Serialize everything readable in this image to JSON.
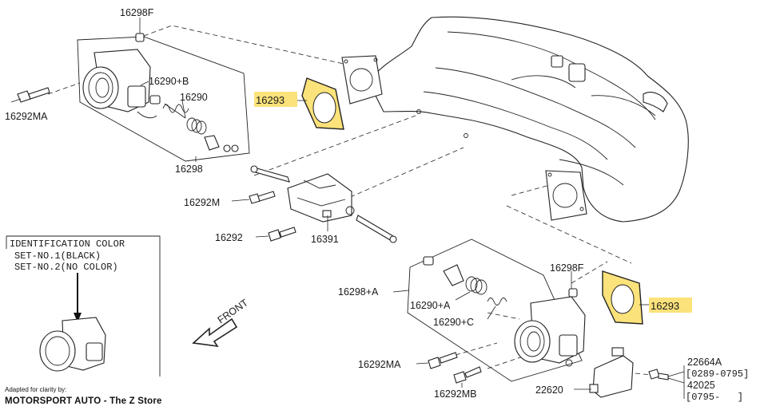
{
  "labels": {
    "p16298F_top": "16298F",
    "p16290B": "16290+B",
    "p16290": "16290",
    "p16292MA_left": "16292MA",
    "p16293_left": "16293",
    "p16298": "16298",
    "p16292M": "16292M",
    "p16292": "16292",
    "p16391": "16391",
    "p16298A": "16298+A",
    "p16298F_right": "16298F",
    "p16290A": "16290+A",
    "p16290C": "16290+C",
    "p16293_right": "16293",
    "p16292MA_bottom": "16292MA",
    "p16292MB": "16292MB",
    "p22620": "22620",
    "p22664A": "22664A",
    "p22664A_date": "[0289-0795]",
    "p42025": "42025",
    "p42025_date": "[0795-   ]"
  },
  "id_box": {
    "title": "IDENTIFICATION COLOR",
    "line1": "SET-NO.1(BLACK)",
    "line2": "SET-NO.2(NO COLOR)"
  },
  "front_label": "FRONT",
  "credit": {
    "small": "Adapted for clarity by:",
    "brand": "MOTORSPORT AUTO - The Z Store"
  },
  "colors": {
    "highlight": "#fbe27a",
    "ink": "#222222"
  }
}
